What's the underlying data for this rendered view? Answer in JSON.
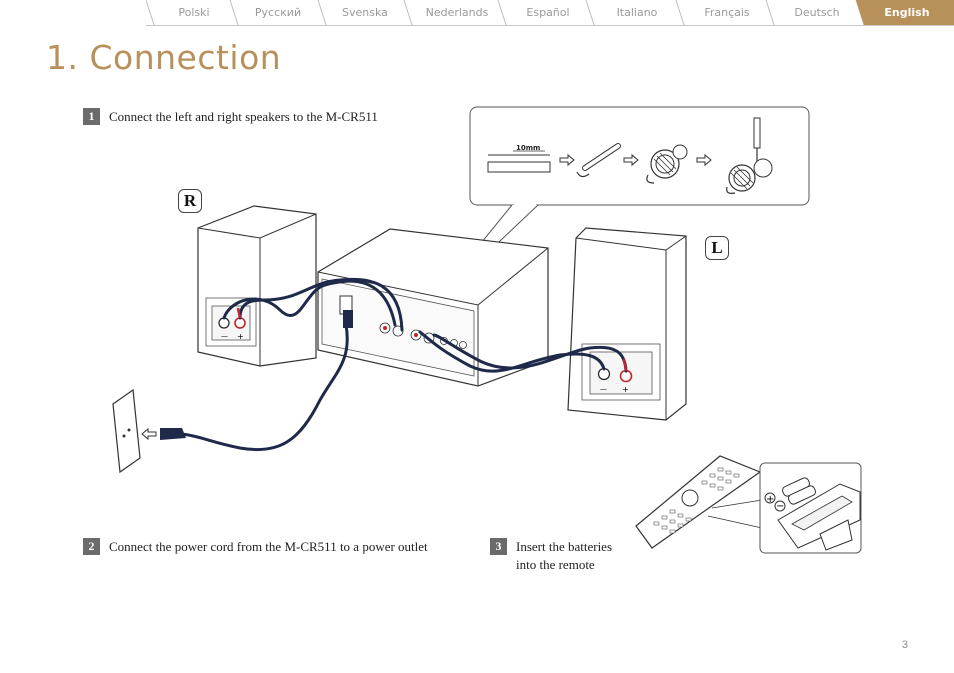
{
  "languages": {
    "tabs": [
      "Polski",
      "Русский",
      "Svenska",
      "Nederlands",
      "Español",
      "Italiano",
      "Français",
      "Deutsch",
      "English"
    ],
    "active": "English",
    "active_color": "#b8915a"
  },
  "page": {
    "title": "1. Connection",
    "title_color": "#b8915a",
    "page_number": "3"
  },
  "steps": [
    {
      "number": "1",
      "text": "Connect the left and right speakers to the M-CR511"
    },
    {
      "number": "2",
      "text": "Connect the power cord from the M-CR511 to a power outlet"
    },
    {
      "number": "3",
      "text": "Insert the batteries into the remote"
    }
  ],
  "illustration": {
    "right_speaker_label": "R",
    "left_speaker_label": "L",
    "wire_strip_length": "10mm",
    "cable_color": "#1f2a4a",
    "terminal_red": "#c0272d",
    "terminal_black": "#222222",
    "icons": [
      "speaker-right-icon",
      "speaker-left-icon",
      "receiver-icon",
      "wall-outlet-icon",
      "power-plug-icon",
      "remote-icon",
      "battery-icon",
      "arrow-right-icon"
    ]
  }
}
